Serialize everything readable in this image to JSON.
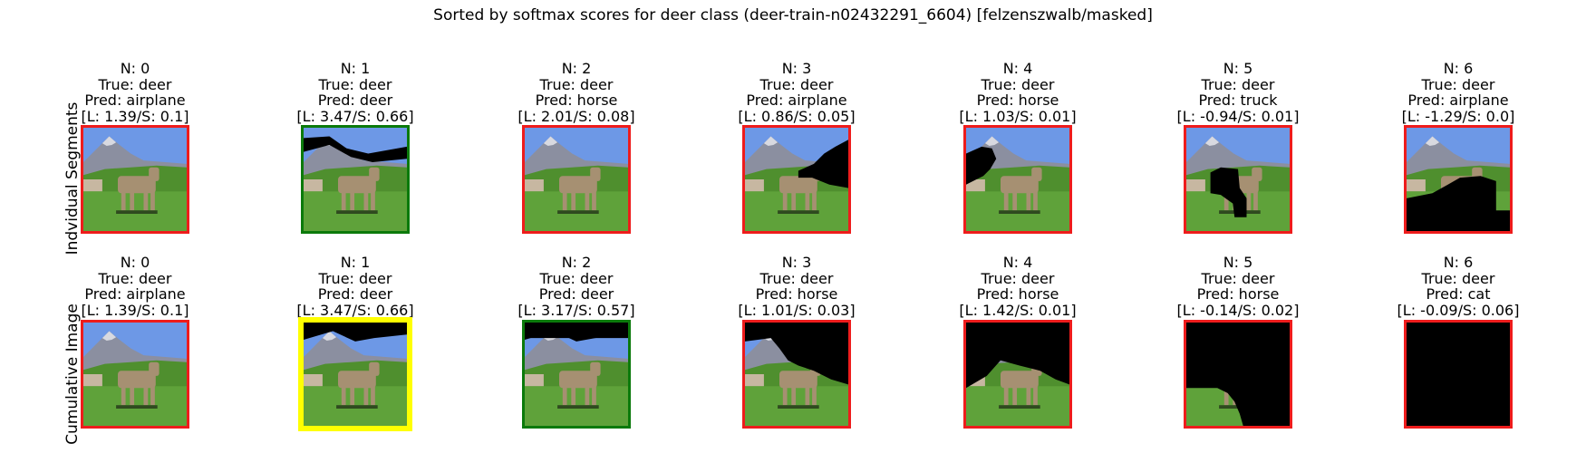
{
  "figure_title": "Sorted by softmax scores for deer class (deer-train-n02432291_6604) [felzenszwalb/masked]",
  "row_labels": [
    "Indvidual Segments",
    "Cumulative Image"
  ],
  "colors": {
    "red": "#ee1c1c",
    "green": "#0b7a0b",
    "yellow": "#ffff00",
    "black": "#000000",
    "sky": "#6d98e6",
    "mountain": "#8b8fa0",
    "snow": "#d8d9e0",
    "grass": "#4f8f2e",
    "field": "#5fa23a",
    "deer": "#a69072",
    "building": "#c7b7a1"
  },
  "rows": [
    {
      "panels": [
        {
          "n": "N: 0",
          "true": "True: deer",
          "pred": "Pred: airplane",
          "ls": "[L: 1.39/S: 0.1]",
          "border": "red",
          "mask": "none"
        },
        {
          "n": "N: 1",
          "true": "True: deer",
          "pred": "Pred: deer",
          "ls": "[L: 3.47/S: 0.66]",
          "border": "green",
          "mask": "mountain-strip"
        },
        {
          "n": "N: 2",
          "true": "True: deer",
          "pred": "Pred: horse",
          "ls": "[L: 2.01/S: 0.08]",
          "border": "red",
          "mask": "none"
        },
        {
          "n": "N: 3",
          "true": "True: deer",
          "pred": "Pred: airplane",
          "ls": "[L: 0.86/S: 0.05]",
          "border": "red",
          "mask": "right-upper"
        },
        {
          "n": "N: 4",
          "true": "True: deer",
          "pred": "Pred: horse",
          "ls": "[L: 1.03/S: 0.01]",
          "border": "red",
          "mask": "left-middle"
        },
        {
          "n": "N: 5",
          "true": "True: deer",
          "pred": "Pred: truck",
          "ls": "[L: -0.94/S: 0.01]",
          "border": "red",
          "mask": "deer-legs"
        },
        {
          "n": "N: 6",
          "true": "True: deer",
          "pred": "Pred: airplane",
          "ls": "[L: -1.29/S: 0.0]",
          "border": "red",
          "mask": "lower-field"
        }
      ]
    },
    {
      "panels": [
        {
          "n": "N: 0",
          "true": "True: deer",
          "pred": "Pred: airplane",
          "ls": "[L: 1.39/S: 0.1]",
          "border": "red",
          "mask": "none"
        },
        {
          "n": "N: 1",
          "true": "True: deer",
          "pred": "Pred: deer",
          "ls": "[L: 3.47/S: 0.66]",
          "border": "yellow",
          "mask": "cum-1"
        },
        {
          "n": "N: 2",
          "true": "True: deer",
          "pred": "Pred: deer",
          "ls": "[L: 3.17/S: 0.57]",
          "border": "green",
          "mask": "cum-2"
        },
        {
          "n": "N: 3",
          "true": "True: deer",
          "pred": "Pred: horse",
          "ls": "[L: 1.01/S: 0.03]",
          "border": "red",
          "mask": "cum-3"
        },
        {
          "n": "N: 4",
          "true": "True: deer",
          "pred": "Pred: horse",
          "ls": "[L: 1.42/S: 0.01]",
          "border": "red",
          "mask": "cum-4"
        },
        {
          "n": "N: 5",
          "true": "True: deer",
          "pred": "Pred: horse",
          "ls": "[L: -0.14/S: 0.02]",
          "border": "red",
          "mask": "cum-5"
        },
        {
          "n": "N: 6",
          "true": "True: deer",
          "pred": "Pred: cat",
          "ls": "[L: -0.09/S: 0.06]",
          "border": "red",
          "mask": "all"
        }
      ]
    }
  ]
}
